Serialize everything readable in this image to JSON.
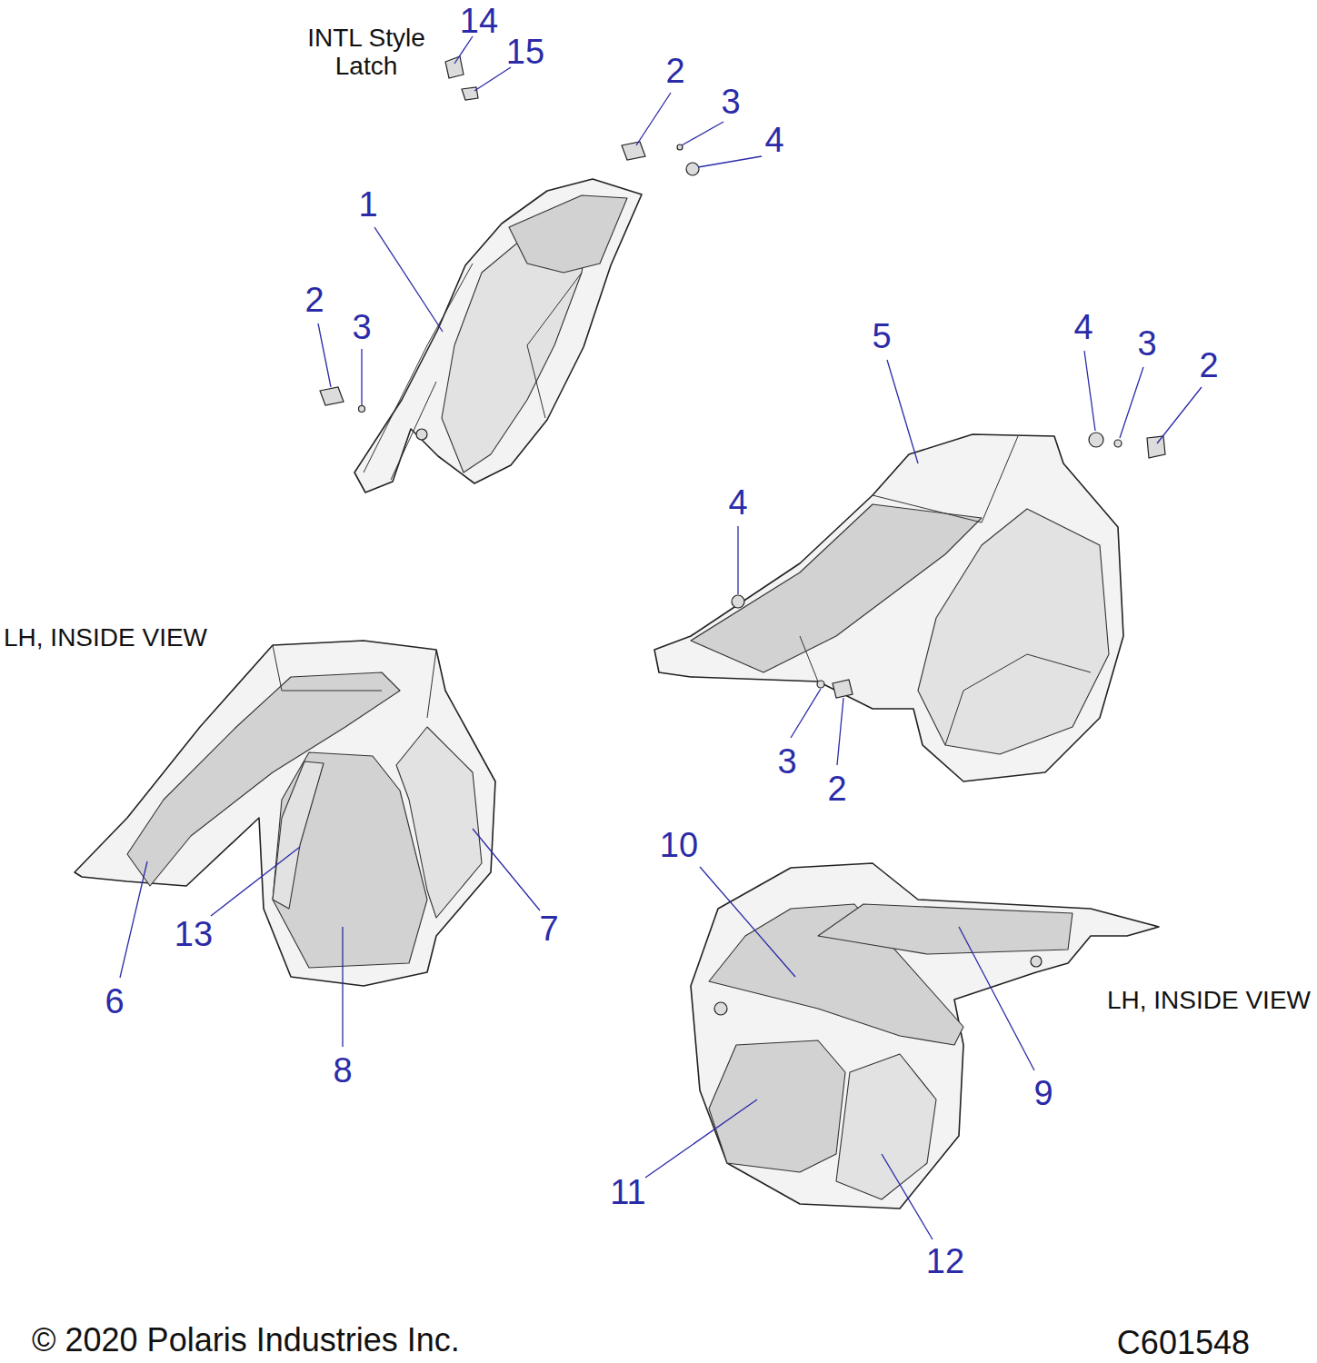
{
  "diagram": {
    "labels": [
      "INTL Style Latch",
      "14",
      "15",
      "2",
      "3",
      "4",
      "1",
      "2",
      "3",
      "5",
      "4",
      "3",
      "2",
      "4",
      "LH, INSIDE VIEW",
      "3",
      "2",
      "10",
      "7",
      "13",
      "LH, INSIDE VIEW",
      "6",
      "9",
      "8",
      "11",
      "12",
      "© 2020 Polaris Industries Inc.",
      "C601548"
    ]
  }
}
